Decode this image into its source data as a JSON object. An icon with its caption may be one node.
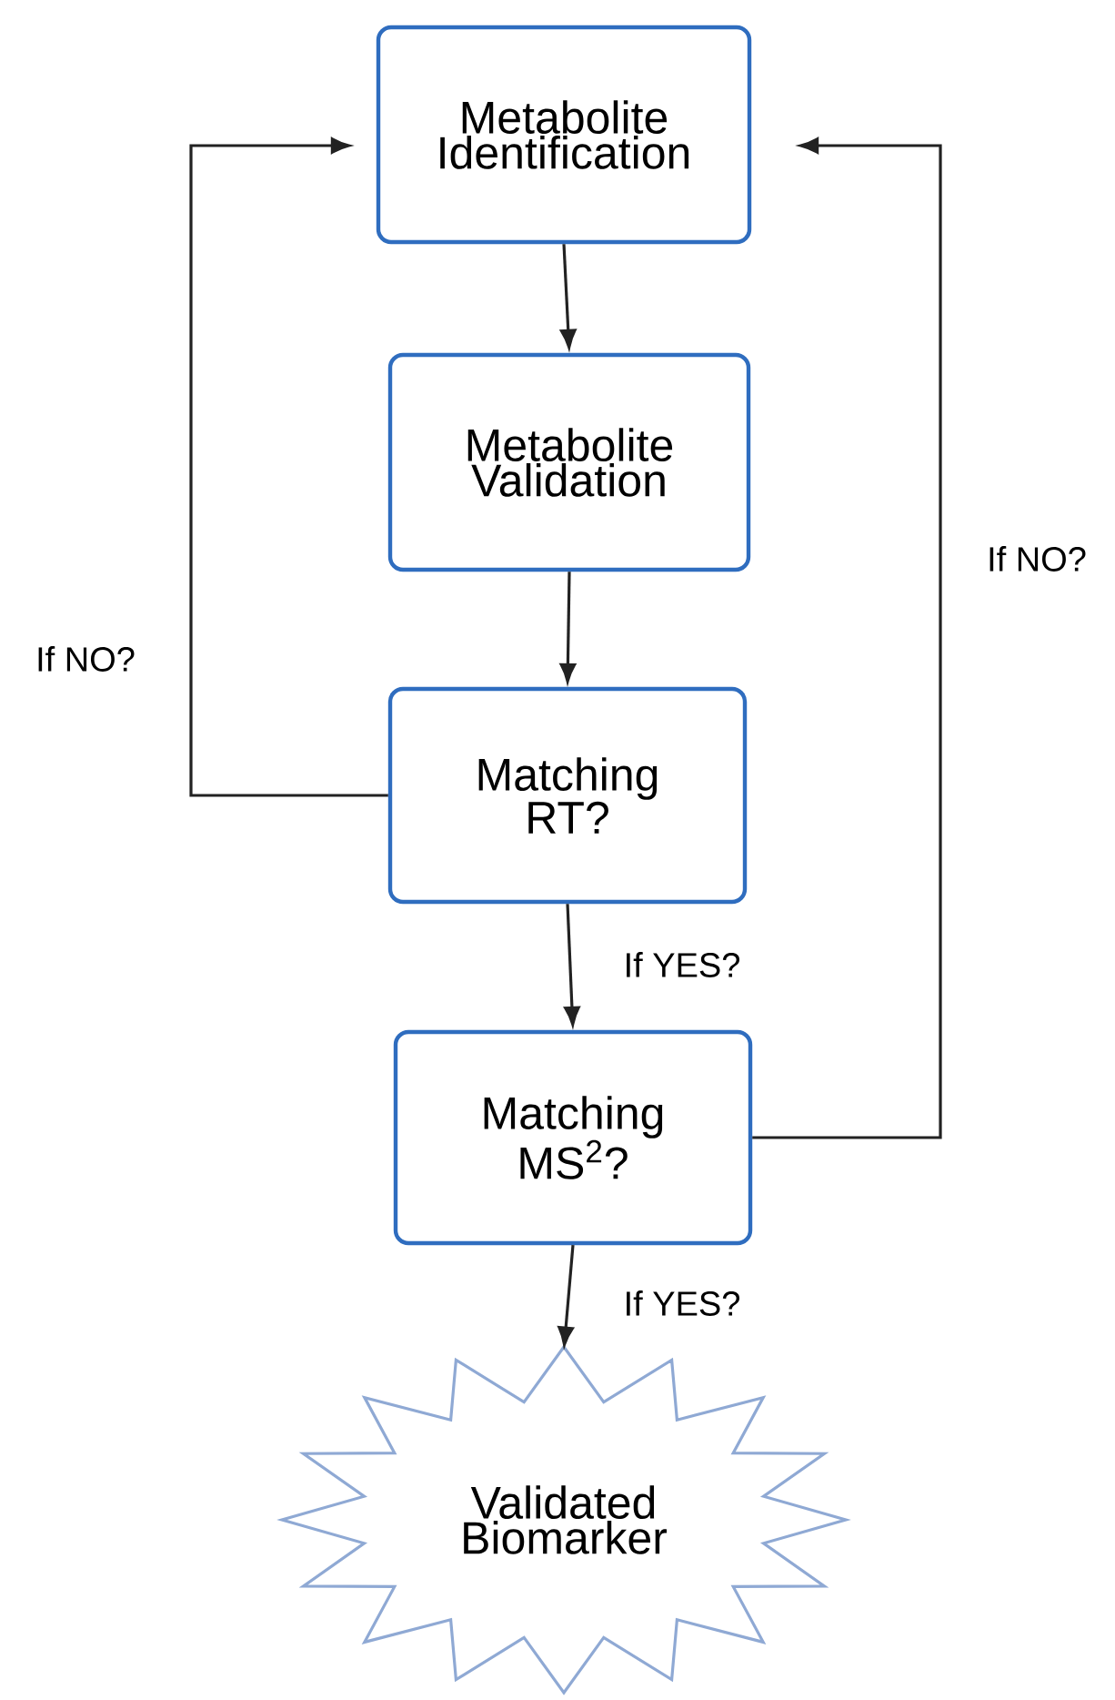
{
  "diagram": {
    "nodes": [
      {
        "text": [
          "Metabolite Identification"
        ]
      },
      {
        "text": [
          "Metabolite Validation"
        ]
      },
      {
        "text": [
          "Matching RT?"
        ]
      },
      {
        "text": [
          "Matching MS$^{2}$?"
        ]
      },
      {
        "text": [
          "Validated Biomarker"
        ]
      }
    ],
    "edges": [
      {
        "from": 0,
        "to": 1,
        "arrow": "to"
      },
      {
        "from": 1,
        "to": 2,
        "arrow": "to"
      },
      {
        "from": 2,
        "to": 3,
        "arrow": "to",
        "label": "If YES?"
      },
      {
        "from": 3,
        "to": 4,
        "arrow": "to",
        "label": "If YES?"
      },
      {
        "from": 2,
        "to": 0,
        "arrow": "to",
        "label": "If NO?"
      },
      {
        "from": 3,
        "to": 0,
        "arrow": "to",
        "label": "If NO?"
      }
    ]
  }
}
